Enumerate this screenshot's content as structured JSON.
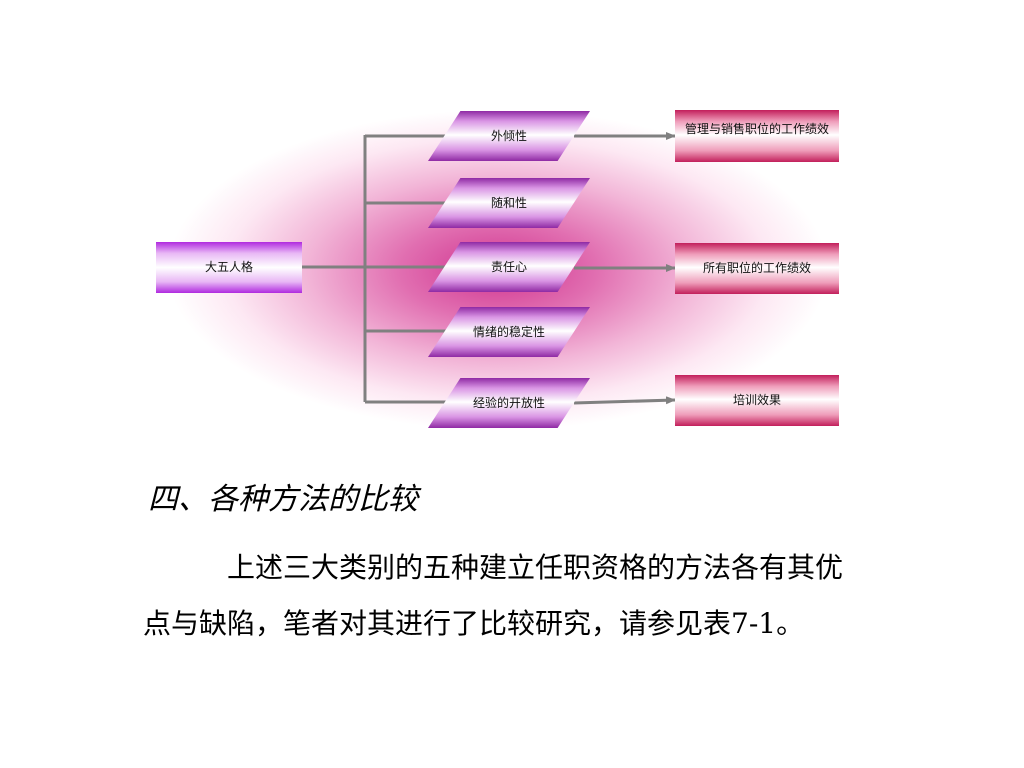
{
  "diagram": {
    "root": "大五人格",
    "traits": [
      "外倾性",
      "随和性",
      "责任心",
      "情绪的稳定性",
      "经验的开放性"
    ],
    "outcomes": [
      "管理与销售职位的工作绩效",
      "所有职位的工作绩效",
      "培训效果"
    ],
    "colors": {
      "background_center": "#d0338f",
      "root_box": "#b02adf",
      "trait_box": "#8f2aa4",
      "outcome_box": "#c21f5b",
      "connector": "#808080"
    }
  },
  "heading": "四、各种方法的比较",
  "paragraph": "上述三大类别的五种建立任职资格的方法各有其优点与缺陷，笔者对其进行了比较研究，请参见表7-1。"
}
